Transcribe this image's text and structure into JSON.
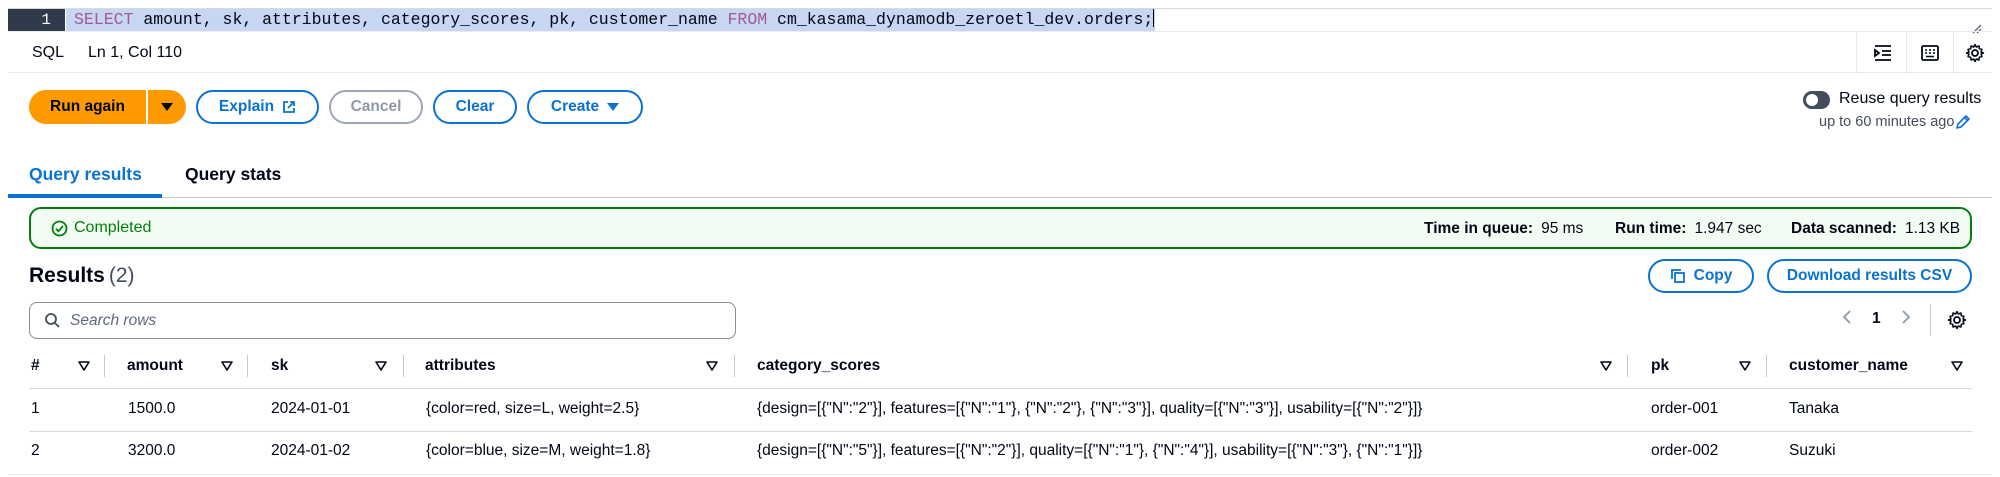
{
  "editor": {
    "line_number": "1",
    "kw_select": "SELECT",
    "columns_text": " amount, sk, attributes, category_scores, pk, customer_name ",
    "kw_from": "FROM",
    "table_text": " cm_kasama_dynamodb_zeroetl_dev.orders;"
  },
  "statusbar": {
    "language": "SQL",
    "cursor": "Ln 1, Col 110",
    "icons": [
      "indent-icon",
      "keyboard-icon",
      "gear-icon"
    ]
  },
  "actions": {
    "run_again": "Run again",
    "explain": "Explain",
    "cancel": "Cancel",
    "clear": "Clear",
    "create": "Create"
  },
  "reuse": {
    "label": "Reuse query results",
    "description": "up to 60 minutes ago",
    "enabled": false
  },
  "tabs": [
    {
      "label": "Query results",
      "active": true
    },
    {
      "label": "Query stats",
      "active": false
    }
  ],
  "status": {
    "state": "Completed",
    "queue_label": "Time in queue:",
    "queue_value": "95 ms",
    "runtime_label": "Run time:",
    "runtime_value": "1.947 sec",
    "scanned_label": "Data scanned:",
    "scanned_value": "1.13 KB",
    "color": "#037f0c"
  },
  "results": {
    "title": "Results",
    "count": "(2)",
    "copy_label": "Copy",
    "download_label": "Download results CSV",
    "search_placeholder": "Search rows",
    "page": "1"
  },
  "table": {
    "headers": [
      "#",
      "amount",
      "sk",
      "attributes",
      "category_scores",
      "pk",
      "customer_name"
    ],
    "rows": [
      [
        "1",
        "1500.0",
        "2024-01-01",
        "{color=red, size=L, weight=2.5}",
        "{design=[{\"N\":\"2\"}], features=[{\"N\":\"1\"}, {\"N\":\"2\"}, {\"N\":\"3\"}], quality=[{\"N\":\"3\"}], usability=[{\"N\":\"2\"}]}",
        "order-001",
        "Tanaka"
      ],
      [
        "2",
        "3200.0",
        "2024-01-02",
        "{color=blue, size=M, weight=1.8}",
        "{design=[{\"N\":\"5\"}], features=[{\"N\":\"2\"}], quality=[{\"N\":\"1\"}, {\"N\":\"4\"}], usability=[{\"N\":\"3\"}, {\"N\":\"1\"}]}",
        "order-002",
        "Suzuki"
      ]
    ]
  },
  "colors": {
    "primary": "#ff9900",
    "link": "#0972d3",
    "success": "#037f0c"
  }
}
